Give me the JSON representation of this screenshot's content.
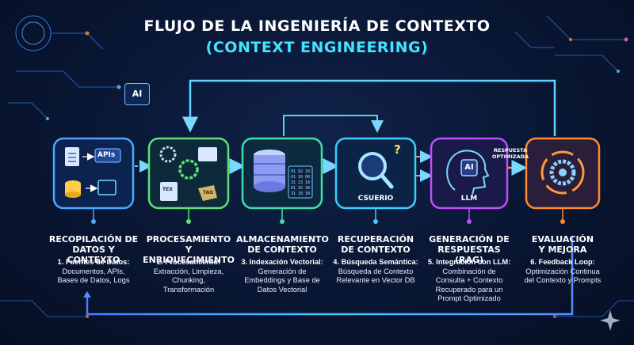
{
  "title": {
    "line1": "FLUJO DE LA INGENIERÍA DE CONTEXTO",
    "line2": "(CONTEXT ENGINEERING)"
  },
  "chip_label": "AI",
  "stages": [
    {
      "title": [
        "RECOPILACIÓN DE",
        "DATOS Y CONTEXTO"
      ],
      "desc_head": "1. Fuentes de Datos:",
      "desc_body": [
        "Documentos, APIs,",
        "Bases de Datos, Logs"
      ],
      "icon_labels": [
        "APIs"
      ],
      "color": "#4aa8ff"
    },
    {
      "title": [
        "PROCESAMIENTO",
        "Y ENRIQUECIMIENTO"
      ],
      "desc_head": "2. Procesamiento:",
      "desc_body": [
        "Extracción, Limpieza,",
        "Chunking,",
        "Transformación"
      ],
      "icon_labels": [
        "TEX",
        "TAG"
      ],
      "color": "#5fe07a"
    },
    {
      "title": [
        "ALMACENAMIENTO",
        "DE CONTEXTO"
      ],
      "desc_head": "3. Indexación Vectorial:",
      "desc_body": [
        "Generación de",
        "Embeddings y Base de",
        "Datos Vectorial"
      ],
      "icon_labels": [],
      "color": "#3fe0a8"
    },
    {
      "title": [
        "RECUPERACIÓN",
        "DE CONTEXTO"
      ],
      "desc_head": "4. Búsqueda Semántica:",
      "desc_body": [
        "Búsqueda de Contexto",
        "Relevante en Vector DB"
      ],
      "icon_labels": [
        "?",
        "CSUERIO"
      ],
      "color": "#3ad0ff"
    },
    {
      "title": [
        "GENERACIÓN DE",
        "RESPUESTAS (RAG)"
      ],
      "desc_head": "5. Integración con LLM:",
      "desc_body": [
        "Combinación de",
        "Consulta + Contexto",
        "Recuperado para un",
        "Prompt Optimizado"
      ],
      "icon_labels": [
        "AI",
        "LLM"
      ],
      "color": "#c24dff"
    },
    {
      "title": [
        "EVALUACIÓN",
        "Y MEJORA"
      ],
      "desc_head": "6. Feedback Loop:",
      "desc_body": [
        "Optimización Continua",
        "del Contexto y Prompts"
      ],
      "icon_labels": [],
      "color": "#ff8a2e"
    }
  ],
  "arrow_label": [
    "RESPUESTA",
    "OPTIMIZADA"
  ],
  "colors": {
    "background": "#071229",
    "title_white": "#ffffff",
    "title_cyan": "#44e3ff",
    "loop_top": "#5fd4ff",
    "loop_bottom": "#5fa8ff"
  }
}
